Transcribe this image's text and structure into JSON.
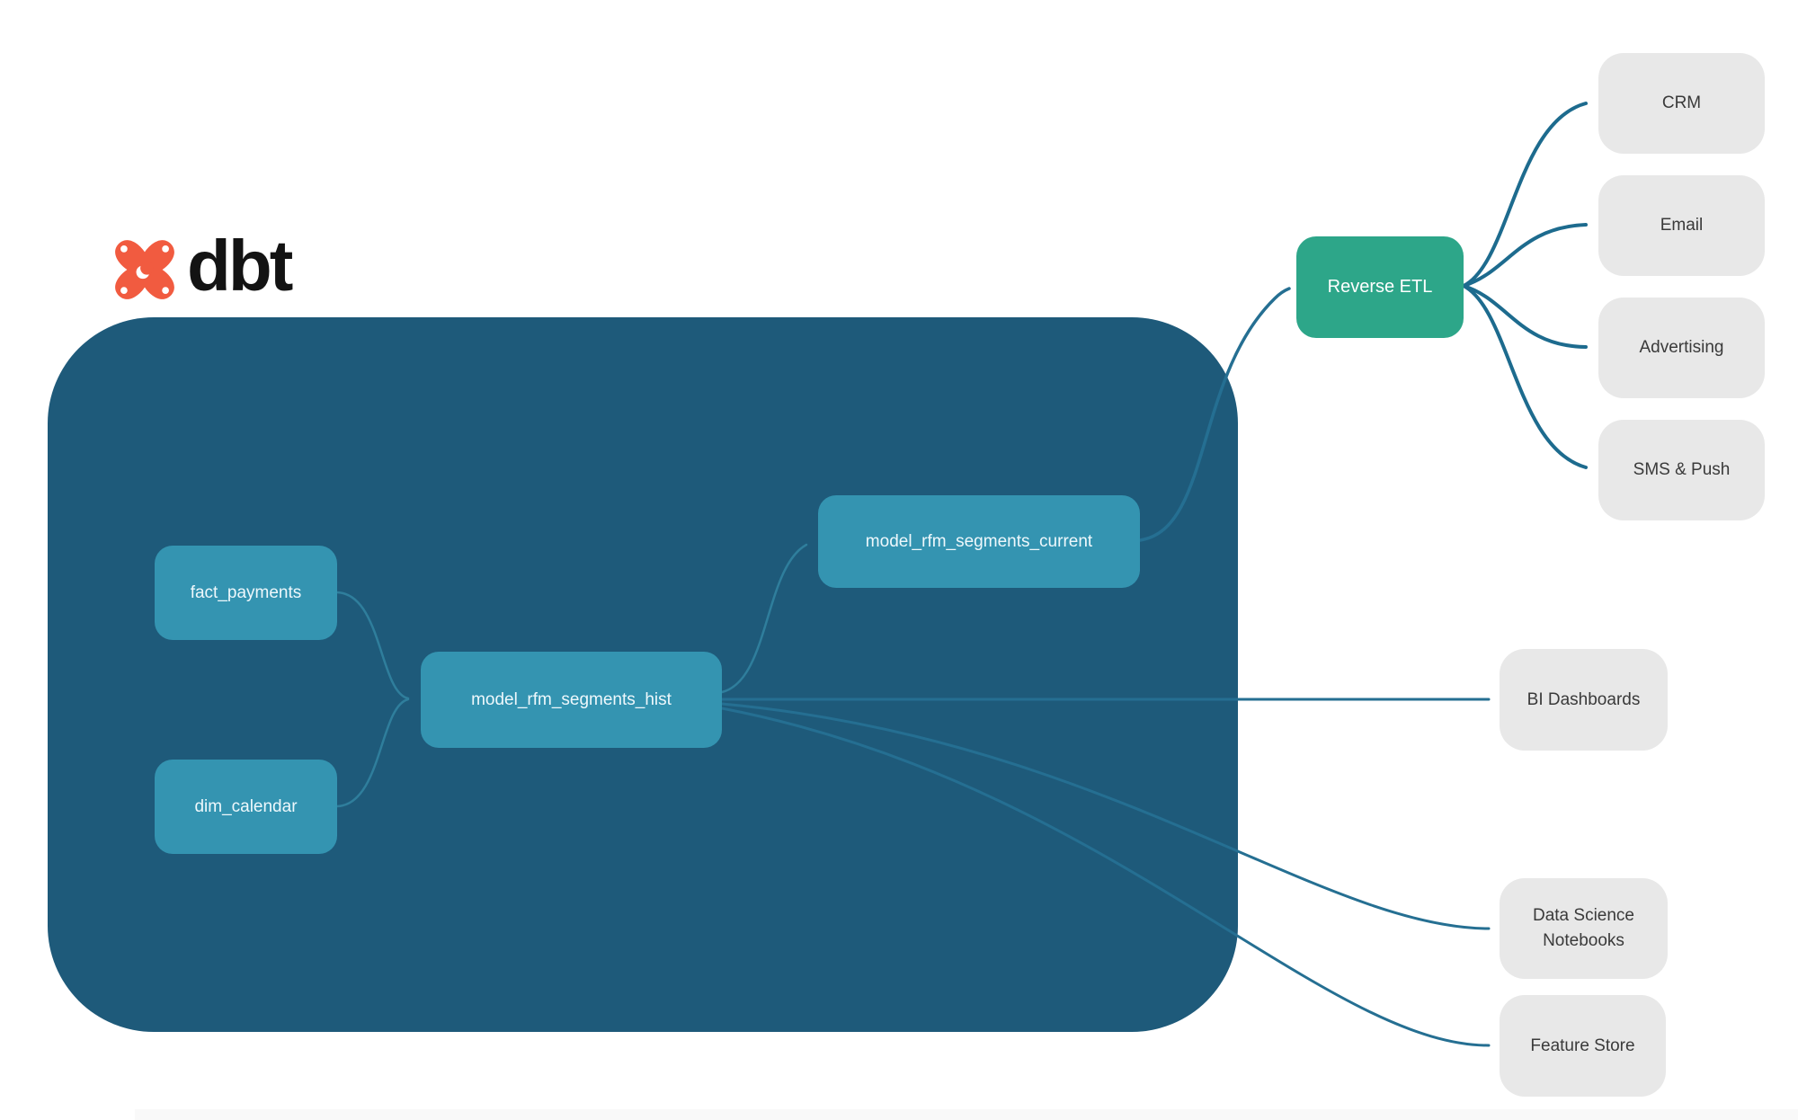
{
  "logo": {
    "brand": "dbt"
  },
  "nodes": {
    "fact_payments": {
      "label": "fact_payments"
    },
    "dim_calendar": {
      "label": "dim_calendar"
    },
    "model_rfm_segments_hist": {
      "label": "model_rfm_segments_hist"
    },
    "model_rfm_segments_current": {
      "label": "model_rfm_segments_current"
    },
    "reverse_etl": {
      "label": "Reverse ETL"
    },
    "crm": {
      "label": "CRM"
    },
    "email": {
      "label": "Email"
    },
    "advertising": {
      "label": "Advertising"
    },
    "sms_push": {
      "label": "SMS & Push"
    },
    "bi_dashboards": {
      "label": "BI Dashboards"
    },
    "data_science_notebooks": {
      "label": "Data Science Notebooks"
    },
    "feature_store": {
      "label": "Feature Store"
    }
  },
  "edges": [
    {
      "from": "fact_payments",
      "to": "model_rfm_segments_hist"
    },
    {
      "from": "dim_calendar",
      "to": "model_rfm_segments_hist"
    },
    {
      "from": "model_rfm_segments_hist",
      "to": "model_rfm_segments_current"
    },
    {
      "from": "model_rfm_segments_current",
      "to": "reverse_etl"
    },
    {
      "from": "reverse_etl",
      "to": "crm"
    },
    {
      "from": "reverse_etl",
      "to": "email"
    },
    {
      "from": "reverse_etl",
      "to": "advertising"
    },
    {
      "from": "reverse_etl",
      "to": "sms_push"
    },
    {
      "from": "model_rfm_segments_hist",
      "to": "bi_dashboards"
    },
    {
      "from": "model_rfm_segments_hist",
      "to": "data_science_notebooks"
    },
    {
      "from": "model_rfm_segments_hist",
      "to": "feature_store"
    }
  ],
  "colors": {
    "page_bg": "#ffffff",
    "container_bg": "#1e5a7a",
    "node_bg": "#3494b1",
    "node_text": "#eef8fc",
    "green_bg": "#2da689",
    "green_text": "#ffffff",
    "gray_bg": "#e8e8e8",
    "gray_text": "#3a3a3a",
    "edge_dark": "#1d6b8e",
    "edge_mid": "#256f92",
    "edge_light": "#2f7e9c",
    "logo_orange": "#f15b40",
    "logo_text_color": "#131313",
    "footer_strip": "#f9f9f9"
  }
}
